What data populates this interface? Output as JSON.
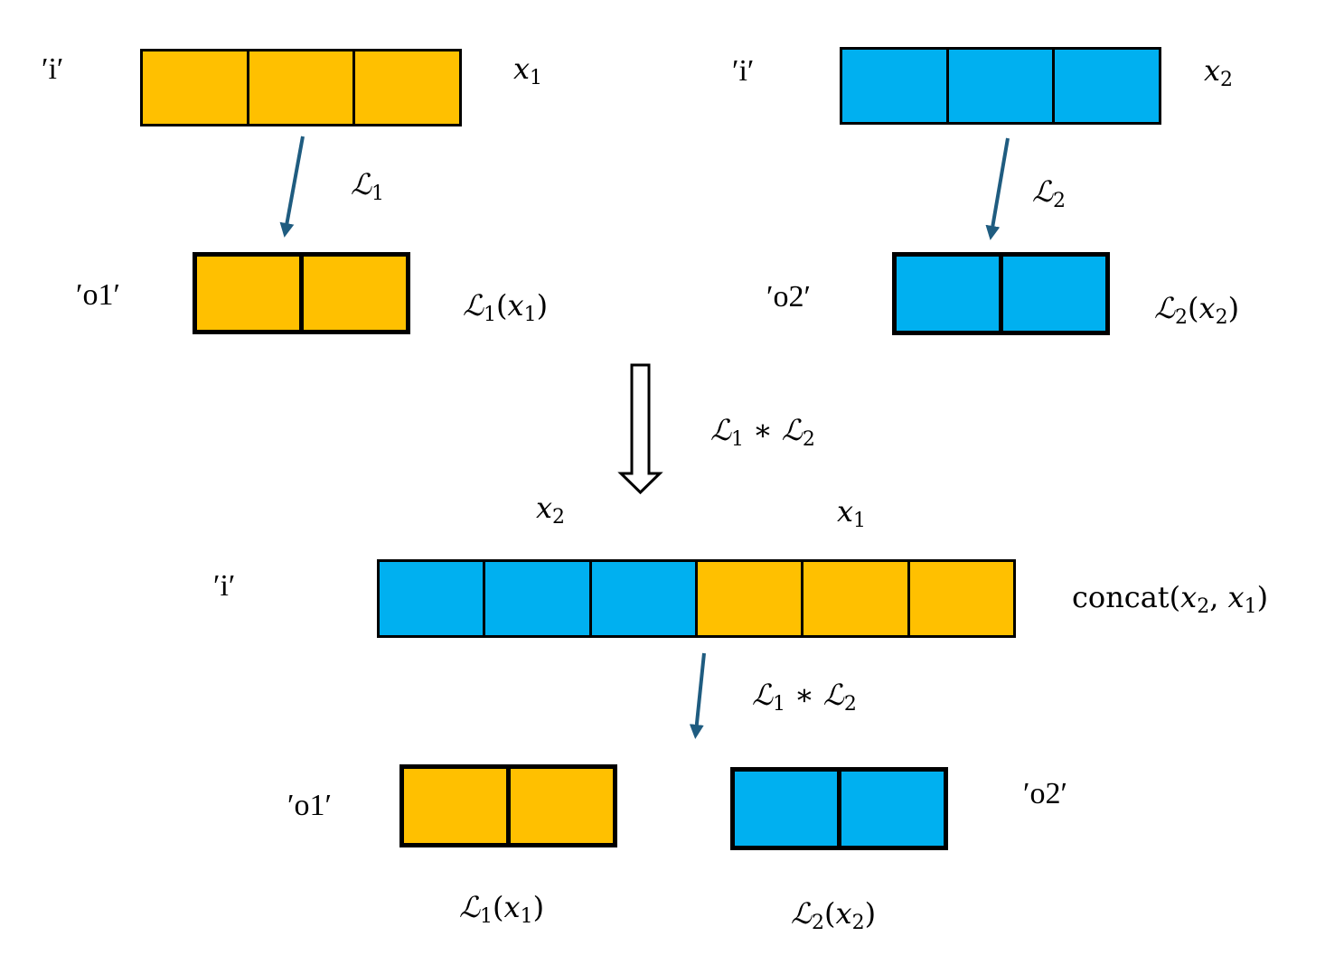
{
  "colors": {
    "yellow": "#FFC000",
    "blue": "#00B0F0",
    "arrow": "#1F5C80",
    "stroke": "#000000"
  },
  "top_left": {
    "input_tag": "′i′",
    "input_var": {
      "base": "x",
      "sub": "1"
    },
    "layer_label": {
      "base": "ℒ",
      "sub": "1"
    },
    "output_tag": "′o1′",
    "output_expr": {
      "fn": "ℒ",
      "fn_sub": "1",
      "arg": "x",
      "arg_sub": "1"
    },
    "input_cells": [
      "yellow",
      "yellow",
      "yellow"
    ],
    "output_cells": [
      "yellow",
      "yellow"
    ]
  },
  "top_right": {
    "input_tag": "′i′",
    "input_var": {
      "base": "x",
      "sub": "2"
    },
    "layer_label": {
      "base": "ℒ",
      "sub": "2"
    },
    "output_tag": "′o2′",
    "output_expr": {
      "fn": "ℒ",
      "fn_sub": "2",
      "arg": "x",
      "arg_sub": "2"
    },
    "input_cells": [
      "blue",
      "blue",
      "blue"
    ],
    "output_cells": [
      "blue",
      "blue"
    ]
  },
  "combine": {
    "label": {
      "a": "ℒ",
      "a_sub": "1",
      "op": "∗",
      "b": "ℒ",
      "b_sub": "2"
    }
  },
  "bottom": {
    "input_tag": "′i′",
    "part_left_var": {
      "base": "x",
      "sub": "2"
    },
    "part_right_var": {
      "base": "x",
      "sub": "1"
    },
    "concat_label": {
      "fn": "concat",
      "a": "x",
      "a_sub": "2",
      "b": "x",
      "b_sub": "1"
    },
    "input_cells": [
      "blue",
      "blue",
      "blue",
      "yellow",
      "yellow",
      "yellow"
    ],
    "layer_label": {
      "a": "ℒ",
      "a_sub": "1",
      "op": "∗",
      "b": "ℒ",
      "b_sub": "2"
    },
    "output1_tag": "′o1′",
    "output1_expr": {
      "fn": "ℒ",
      "fn_sub": "1",
      "arg": "x",
      "arg_sub": "1"
    },
    "output1_cells": [
      "yellow",
      "yellow"
    ],
    "output2_tag": "′o2′",
    "output2_expr": {
      "fn": "ℒ",
      "fn_sub": "2",
      "arg": "x",
      "arg_sub": "2"
    },
    "output2_cells": [
      "blue",
      "blue"
    ]
  }
}
